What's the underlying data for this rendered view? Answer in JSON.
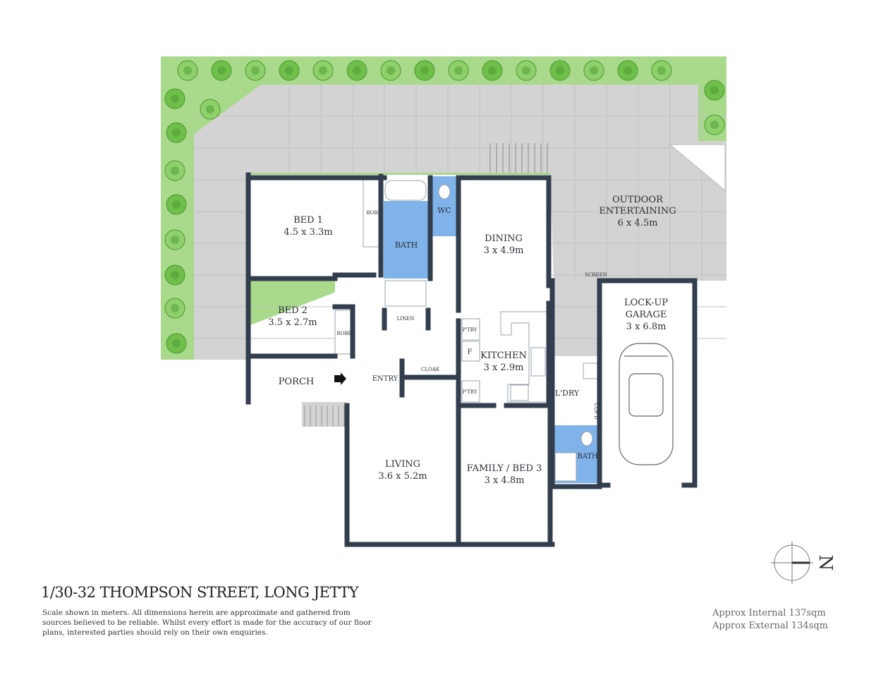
{
  "address_title": "1/30-32 THOMPSON STREET, LONG JETTY",
  "disclaimer": [
    "Scale shown in meters. All dimensions herein are approximate and gathered from",
    "sources believed to be  reliable. Whilst every effort is made for the accuracy of our floor",
    "plans, interested parties should rely on their own enquiries."
  ],
  "areas": {
    "internal": "Approx Internal 137sqm",
    "external": "Approx External 134sqm"
  },
  "compass": {
    "label": "N"
  },
  "colors": {
    "lawn": "#a9d98b",
    "deck": "#d3d3d3",
    "wet_area": "#7fb3ea",
    "walls": "#323e4d"
  },
  "rooms": {
    "bed1": {
      "name": "BED 1",
      "size": "4.5 x 3.3m"
    },
    "bed2": {
      "name": "BED 2",
      "size": "3.5 x 2.7m"
    },
    "bath": {
      "name": "BATH"
    },
    "wc": {
      "name": "WC"
    },
    "dining": {
      "name": "DINING",
      "size": "3 x 4.9m"
    },
    "outdoor": {
      "name1": "OUTDOOR",
      "name2": "ENTERTAINING",
      "size": "6 x 4.5m"
    },
    "garage": {
      "name1": "LOCK-UP",
      "name2": "GARAGE",
      "size": "3 x 6.8m"
    },
    "kitchen": {
      "name": "KITCHEN",
      "size": "3 x 2.9m"
    },
    "porch": {
      "name": "PORCH"
    },
    "entry": {
      "name": "ENTRY"
    },
    "laundry": {
      "name": "L'DRY"
    },
    "bath2": {
      "name": "BATH"
    },
    "living": {
      "name": "LIVING",
      "size": "3.6 x 5.2m"
    },
    "family": {
      "name": "FAMILY / BED 3",
      "size": "3 x 4.8m"
    }
  },
  "fixtures": {
    "robe1": "ROBE",
    "robe2": "ROBE",
    "linen": "LINEN",
    "cloak": "CLOAK",
    "pantry1": "P'TRY",
    "pantry2": "P'TRY",
    "fridge": "F",
    "cupboard": "CUP'D",
    "screen": "SCREEN"
  }
}
